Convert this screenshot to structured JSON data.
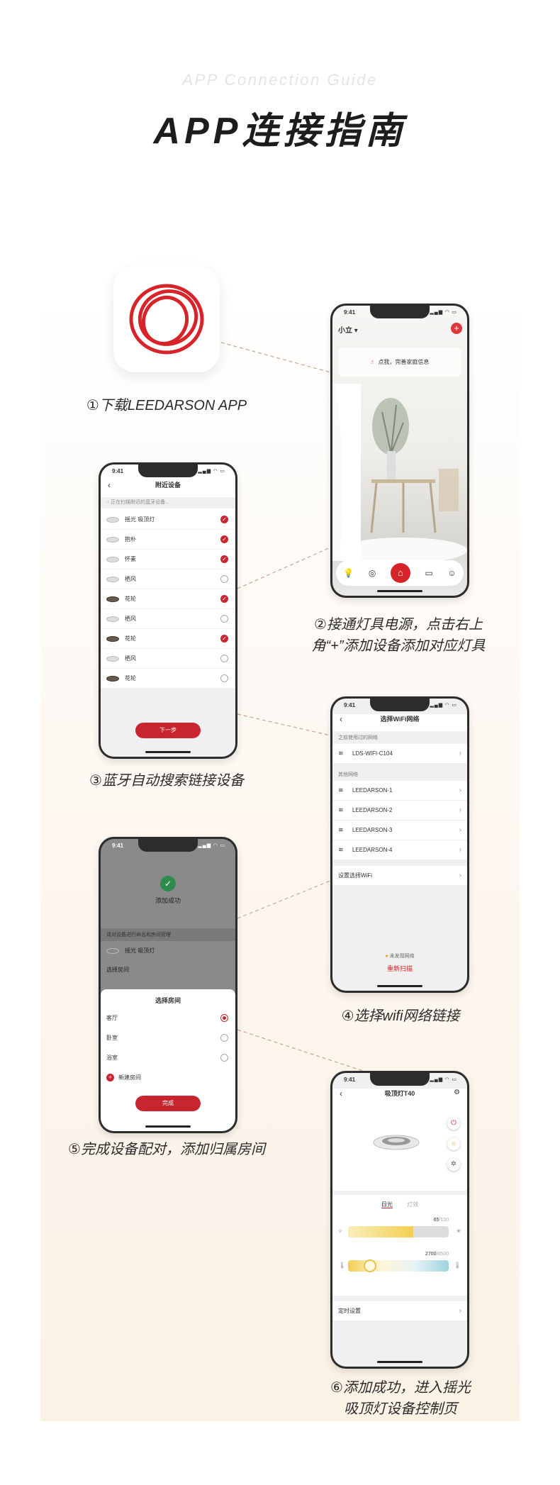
{
  "header": {
    "subtitle": "APP Connection Guide",
    "title": "APP连接指南"
  },
  "steps": {
    "s1": "①下载LEEDARSON APP",
    "s2_l1": "②接通灯具电源，点击右上",
    "s2_l2": "角“+”添加设备添加对应灯具",
    "s3": "③蓝牙自动搜索链接设备",
    "s4": "④选择wifi网络链接",
    "s5": "⑤完成设备配对，添加归属房间",
    "s6_l1": "⑥添加成功，进入摇光",
    "s6_l2": "吸顶灯设备控制页"
  },
  "status_time": "9:41",
  "status_icons": "▂▄▆ ◠ ▭",
  "colors": {
    "accent": "#c8262e",
    "text": "#1d1d1d"
  },
  "home": {
    "home_name": "小立 ▾",
    "add_icon": "+",
    "hint": "点我，完善家庭信息",
    "tabs": [
      "bulb-icon",
      "scene-icon",
      "home-icon",
      "message-icon",
      "profile-icon"
    ]
  },
  "nearby": {
    "title": "附近设备",
    "scanning": "正在扫描附近的蓝牙设备...",
    "devices": [
      {
        "name": "摇光 吸顶灯",
        "checked": true,
        "dark": false
      },
      {
        "name": "抱朴",
        "checked": true,
        "dark": false
      },
      {
        "name": "怀素",
        "checked": true,
        "dark": false
      },
      {
        "name": "栖风",
        "checked": false,
        "dark": false
      },
      {
        "name": "花轮",
        "checked": true,
        "dark": true
      },
      {
        "name": "栖风",
        "checked": false,
        "dark": false
      },
      {
        "name": "花轮",
        "checked": true,
        "dark": true
      },
      {
        "name": "栖风",
        "checked": false,
        "dark": false
      },
      {
        "name": "花轮",
        "checked": false,
        "dark": true
      }
    ],
    "next": "下一步"
  },
  "wifi": {
    "title": "选择WiFi网络",
    "used_label": "之前使用过的网络",
    "used": "LDS-WIFI-C104",
    "other_label": "其他网络",
    "networks": [
      "LEEDARSON-1",
      "LEEDARSON-2",
      "LEEDARSON-3",
      "LEEDARSON-4"
    ],
    "manual": "设置选择WiFi",
    "not_found": "未发现网络",
    "rescan": "重新扫描"
  },
  "room": {
    "success": "添加成功",
    "hint": "请对设备进行命名和房间管理",
    "device": "摇光 吸顶灯",
    "choose_room_row": "选择房间",
    "sheet_title": "选择房间",
    "rooms": [
      {
        "name": "客厅",
        "on": true
      },
      {
        "name": "卧室",
        "on": false
      },
      {
        "name": "浴室",
        "on": false
      }
    ],
    "new_room": "新建房间",
    "done": "完成"
  },
  "control": {
    "title": "吸顶灯T40",
    "tab_day": "日光",
    "tab_light": "灯效",
    "brightness": 65,
    "brightness_label": "65",
    "brightness_unit": "/100",
    "cct_label": "2700",
    "cct_unit": "/6500",
    "cct_level": 0.22,
    "timer": "定时设置"
  }
}
